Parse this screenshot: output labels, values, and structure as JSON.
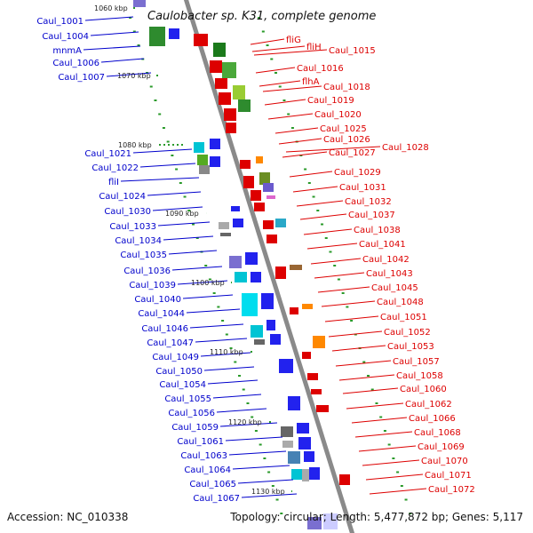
{
  "title": "Caulobacter sp. K31, complete genome",
  "accession": "Accession: NC_010338",
  "summary": "Topology: circular; Length: 5,477,872 bp; Genes: 5,117",
  "colors": {
    "left_label": "#0000cc",
    "right_label": "#dd0000",
    "backbone": "#8a8a8a",
    "tick": "#2a9a2a"
  },
  "ticks": [
    "1060 kbp",
    "1070 kbp",
    "1080 kbp",
    "1090 kbp",
    "1100 kbp",
    "1110 kbp",
    "1120 kbp",
    "1130 kbp"
  ],
  "left_labels": [
    "Caul_1001",
    "Caul_1004",
    "mnmA",
    "Caul_1006",
    "Caul_1007",
    "Caul_1021",
    "Caul_1022",
    "fliI",
    "Caul_1024",
    "Caul_1030",
    "Caul_1033",
    "Caul_1034",
    "Caul_1035",
    "Caul_1036",
    "Caul_1039",
    "Caul_1040",
    "Caul_1044",
    "Caul_1046",
    "Caul_1047",
    "Caul_1049",
    "Caul_1050",
    "Caul_1054",
    "Caul_1055",
    "Caul_1056",
    "Caul_1059",
    "Caul_1061",
    "Caul_1063",
    "Caul_1064",
    "Caul_1065",
    "Caul_1067"
  ],
  "right_labels": [
    "fliG",
    "fliH",
    "Caul_1015",
    "Caul_1016",
    "flhA",
    "Caul_1018",
    "Caul_1019",
    "Caul_1020",
    "Caul_1025",
    "Caul_1026",
    "Caul_1027",
    "Caul_1028",
    "Caul_1029",
    "Caul_1031",
    "Caul_1032",
    "Caul_1037",
    "Caul_1038",
    "Caul_1041",
    "Caul_1042",
    "Caul_1043",
    "Caul_1045",
    "Caul_1048",
    "Caul_1051",
    "Caul_1052",
    "Caul_1053",
    "Caul_1057",
    "Caul_1058",
    "Caul_1060",
    "Caul_1062",
    "Caul_1066",
    "Caul_1068",
    "Caul_1069",
    "Caul_1070",
    "Caul_1071",
    "Caul_1072"
  ]
}
